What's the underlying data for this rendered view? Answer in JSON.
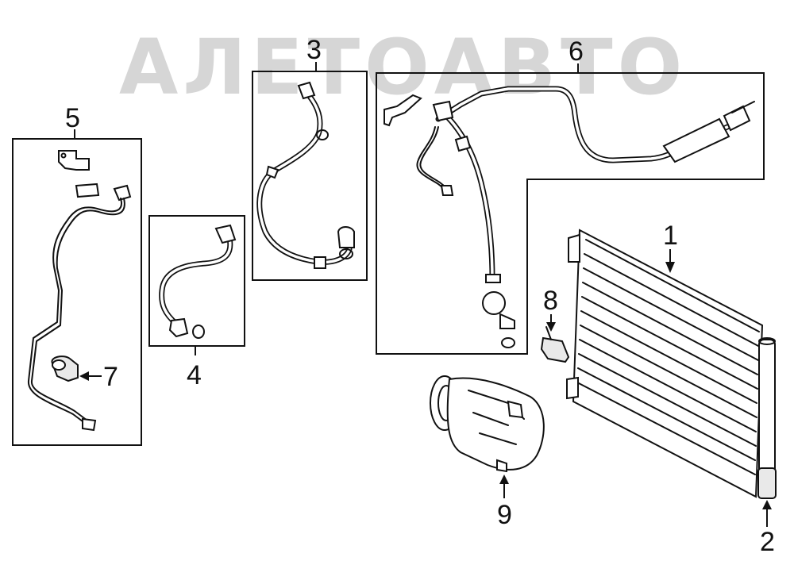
{
  "watermark": {
    "text": "АЛЕТОАВТО"
  },
  "callouts": [
    {
      "id": "1",
      "label": "1"
    },
    {
      "id": "2",
      "label": "2"
    },
    {
      "id": "3",
      "label": "3"
    },
    {
      "id": "4",
      "label": "4"
    },
    {
      "id": "5",
      "label": "5"
    },
    {
      "id": "6",
      "label": "6"
    },
    {
      "id": "7",
      "label": "7"
    },
    {
      "id": "8",
      "label": "8"
    },
    {
      "id": "9",
      "label": "9"
    }
  ]
}
